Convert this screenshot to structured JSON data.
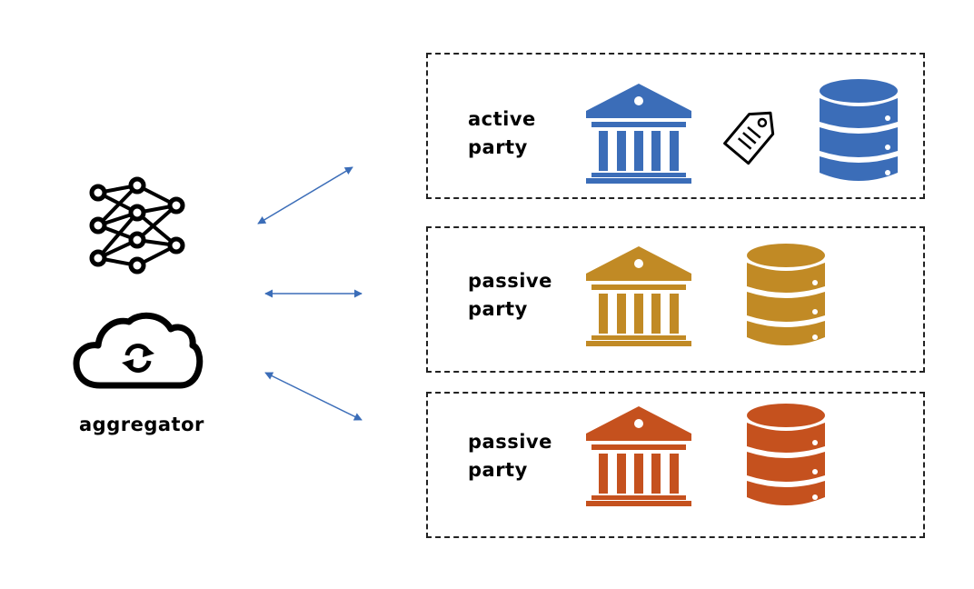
{
  "aggregator": {
    "label": "aggregator",
    "icons": [
      "neural-network-icon",
      "cloud-sync-icon"
    ]
  },
  "parties": [
    {
      "role_line1": "active",
      "role_line2": "party",
      "color": "#3B6DB8",
      "icons": [
        "bank-icon",
        "tag-icon",
        "database-icon"
      ]
    },
    {
      "role_line1": "passive",
      "role_line2": "party",
      "color": "#C18A25",
      "icons": [
        "bank-icon",
        "database-icon"
      ]
    },
    {
      "role_line1": "passive",
      "role_line2": "party",
      "color": "#C5511E",
      "icons": [
        "bank-icon",
        "database-icon"
      ]
    }
  ],
  "connector_color": "#3B6DB8"
}
